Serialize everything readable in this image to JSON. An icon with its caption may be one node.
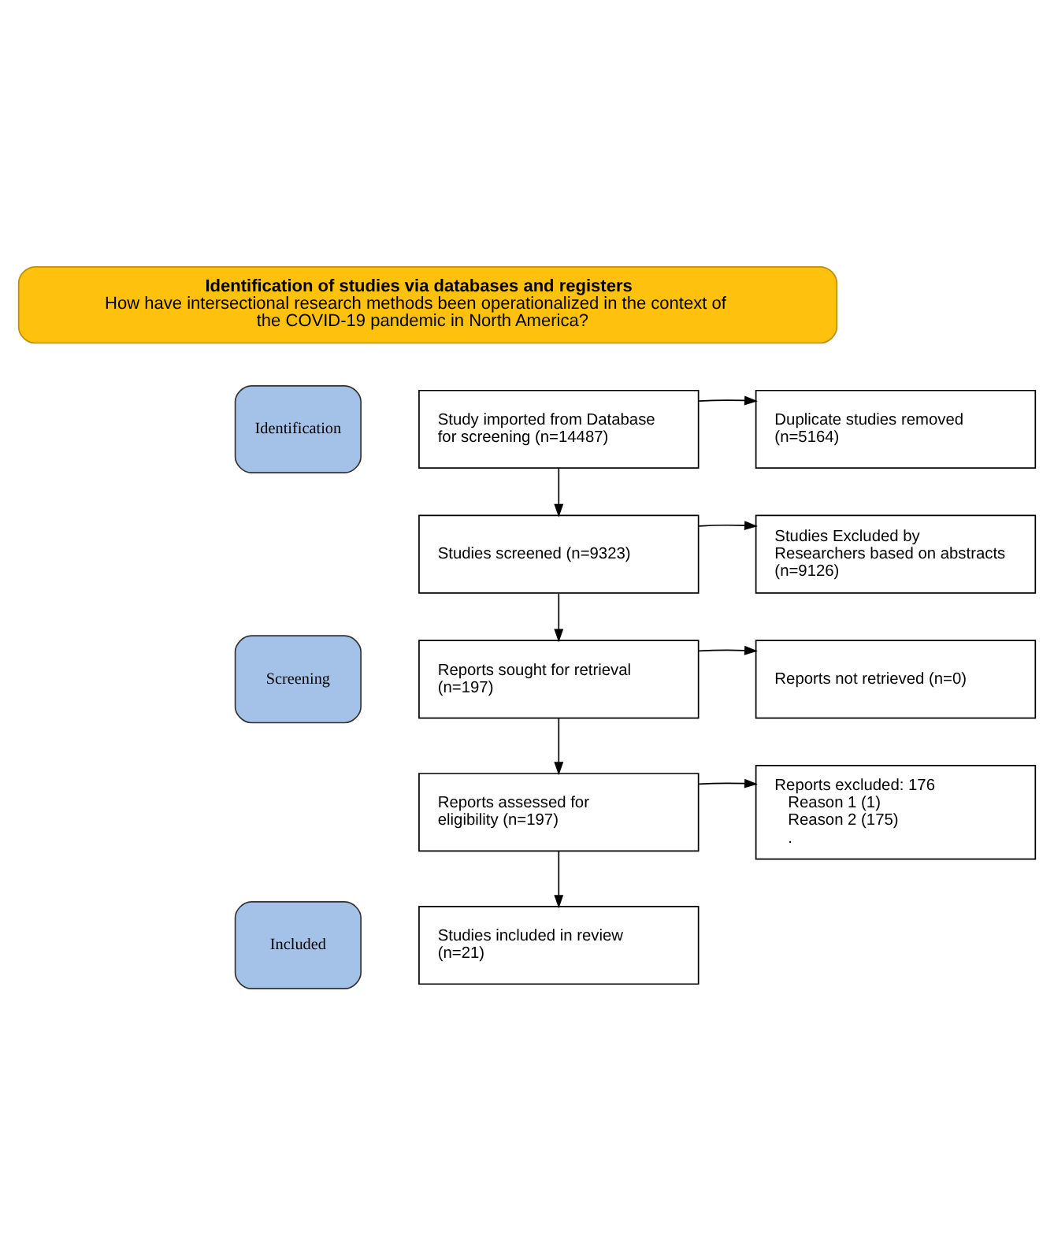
{
  "diagram": {
    "nodes": [
      {
        "text": [
          "Identification of studies via databases and registers",
          "How have intersectional research methods been operationalized in the context of the COVID-19 pandemic in North America?"
        ]
      },
      {
        "text": [
          "Identification"
        ]
      },
      {
        "text": [
          "Screening"
        ]
      },
      {
        "text": [
          "Included"
        ]
      },
      {
        "text": [
          "Study imported from Database for screening (n=14487)"
        ]
      },
      {
        "text": [
          "Duplicate studies removed (n=5164)"
        ]
      },
      {
        "text": [
          "Studies screened (n=9323)"
        ]
      },
      {
        "text": [
          "Studies Excluded by Researchers based on abstracts (n=9126)"
        ]
      },
      {
        "text": [
          "Reports sought for retrieval (n=197)"
        ]
      },
      {
        "text": [
          "Reports not retrieved (n=0)"
        ]
      },
      {
        "text": [
          "Reports assessed for eligibility (n=197)"
        ]
      },
      {
        "text": [
          "Reports excluded: 176",
          "Reason 1 (1)",
          "Reason 2 (175)",
          "."
        ]
      },
      {
        "text": [
          "Studies included in review (n=21)"
        ]
      }
    ],
    "edges": [
      {
        "from": 4,
        "to": 5,
        "arrow": "to"
      },
      {
        "from": 4,
        "to": 6,
        "arrow": "to"
      },
      {
        "from": 6,
        "to": 7,
        "arrow": "to"
      },
      {
        "from": 6,
        "to": 8,
        "arrow": "to"
      },
      {
        "from": 8,
        "to": 9,
        "arrow": "to"
      },
      {
        "from": 8,
        "to": 10,
        "arrow": "to"
      },
      {
        "from": 10,
        "to": 11,
        "arrow": "to"
      },
      {
        "from": 10,
        "to": 12,
        "arrow": "to"
      }
    ]
  }
}
